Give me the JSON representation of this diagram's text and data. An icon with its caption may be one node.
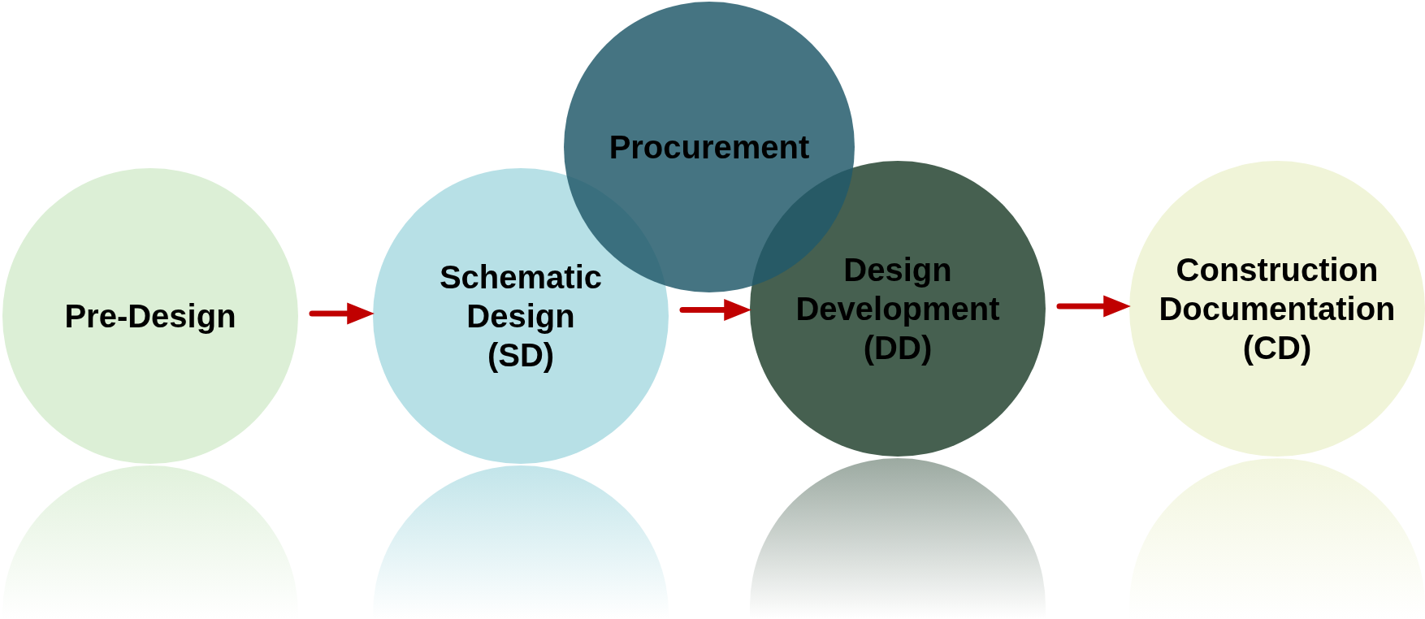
{
  "diagram": {
    "nodes": [
      {
        "text": [
          "Pre-Design"
        ]
      },
      {
        "text": [
          "Schematic Design (SD)"
        ]
      },
      {
        "text": [
          "Procurement"
        ]
      },
      {
        "text": [
          "Design Development (DD)"
        ]
      },
      {
        "text": [
          "Construction Documentation (CD)"
        ]
      }
    ],
    "edges": [
      {
        "from": 0,
        "to": 1,
        "arrow": "to"
      },
      {
        "from": 1,
        "to": 3,
        "arrow": "to"
      },
      {
        "from": 3,
        "to": 4,
        "arrow": "to"
      }
    ]
  }
}
